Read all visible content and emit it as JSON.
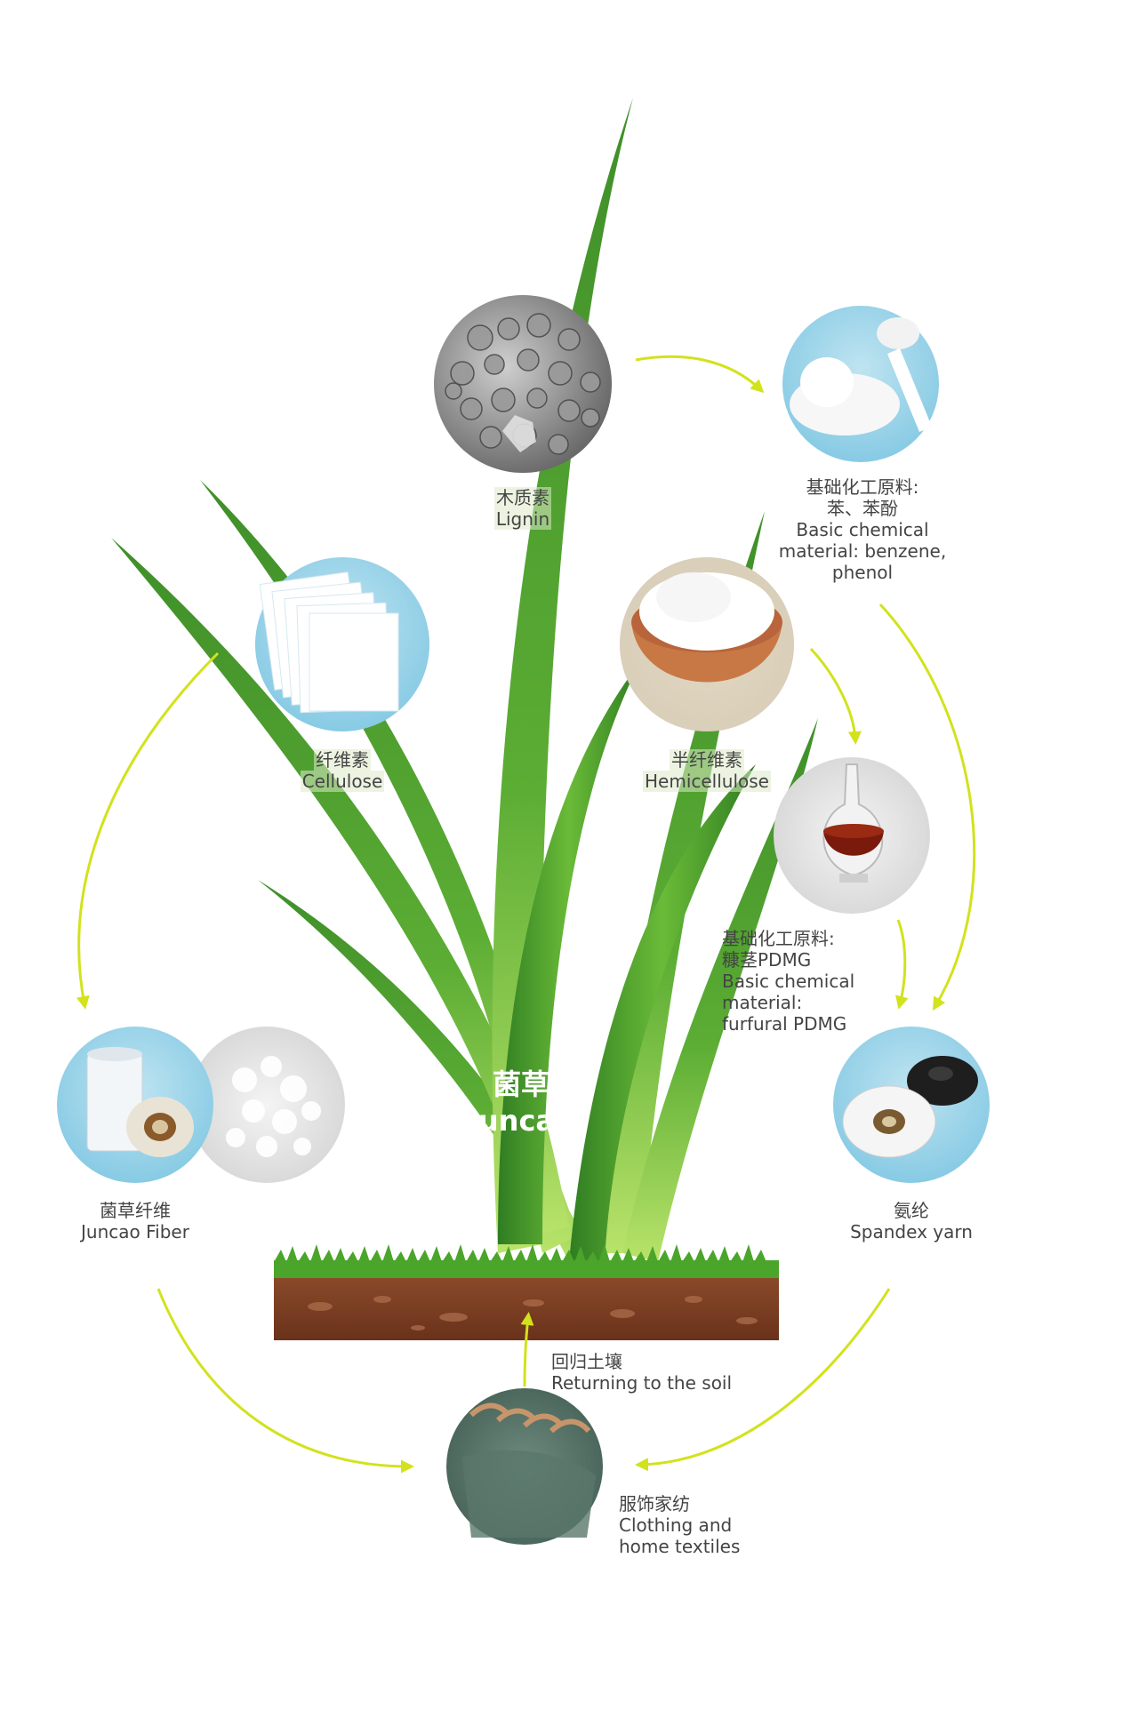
{
  "center": {
    "zh": "菌草",
    "en": "Juncao"
  },
  "nodes": {
    "lignin": {
      "zh": "木质素",
      "en": "Lignin"
    },
    "cellulose": {
      "zh": "纤维素",
      "en": "Cellulose"
    },
    "hemicellulose": {
      "zh": "半纤维素",
      "en": "Hemicellulose"
    },
    "benzene": {
      "line1": "基础化工原料:",
      "line2": "苯、苯酚",
      "line3": "Basic chemical",
      "line4": "material: benzene,",
      "line5": "phenol"
    },
    "furfural": {
      "line1": "基础化工原料:",
      "line2": "糠茎PDMG",
      "line3": "Basic chemical",
      "line4": "material:",
      "line5": "furfural PDMG"
    },
    "juncao_fiber": {
      "zh": "菌草纤维",
      "en": "Juncao Fiber"
    },
    "spandex": {
      "zh": "氨纶",
      "en": "Spandex yarn"
    },
    "soil": {
      "zh": "回归土壤",
      "en": "Returning to the soil"
    },
    "clothing": {
      "zh": "服饰家纺",
      "en1": "Clothing and",
      "en2": "home textiles"
    }
  },
  "colors": {
    "arrow": "#d2e21c",
    "grass_dark": "#2f7d22",
    "grass_light": "#8ccf3c",
    "soil": "#7a3d22"
  }
}
